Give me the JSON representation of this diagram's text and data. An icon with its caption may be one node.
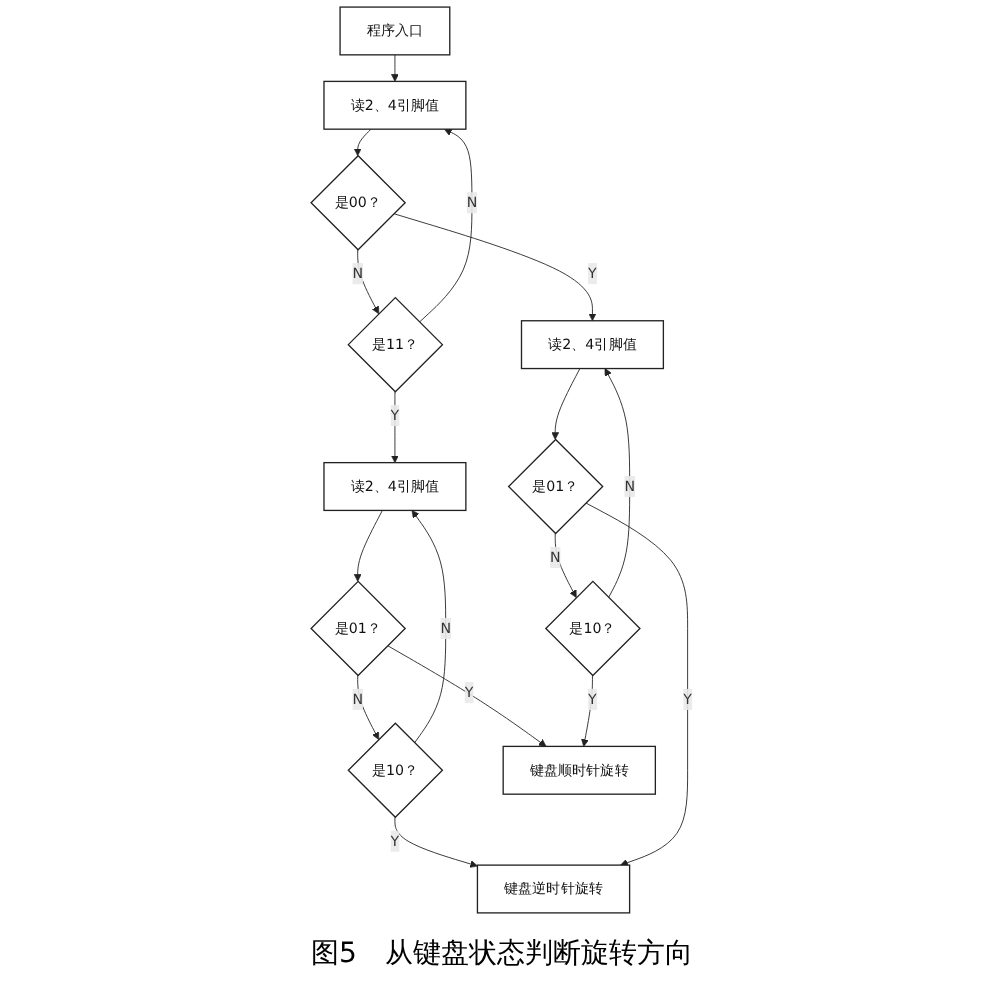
{
  "diagram": {
    "caption": "图5　从键盘状态判断旋转方向",
    "nodes": [
      {
        "text": [
          "程序入口"
        ]
      },
      {
        "text": [
          "读2、4引脚值"
        ]
      },
      {
        "text": [
          "是00？"
        ]
      },
      {
        "text": [
          "是11？"
        ]
      },
      {
        "text": [
          "读2、4引脚值"
        ]
      },
      {
        "text": [
          "是01？"
        ]
      },
      {
        "text": [
          "是10？"
        ]
      },
      {
        "text": [
          "键盘逆时针旋转"
        ]
      },
      {
        "text": [
          "读2、4引脚值"
        ]
      },
      {
        "text": [
          "是01？"
        ]
      },
      {
        "text": [
          "是10？"
        ]
      },
      {
        "text": [
          "键盘顺时针旋转"
        ]
      }
    ],
    "edges": [
      {
        "from": 0,
        "to": 1,
        "arrow": "to"
      },
      {
        "from": 1,
        "to": 2,
        "arrow": "to"
      },
      {
        "from": 2,
        "to": 3,
        "label": "N",
        "arrow": "to"
      },
      {
        "from": 2,
        "to": 8,
        "label": "Y",
        "arrow": "to"
      },
      {
        "from": 3,
        "to": 1,
        "label": "N",
        "arrow": "to"
      },
      {
        "from": 3,
        "to": 4,
        "label": "Y",
        "arrow": "to"
      },
      {
        "from": 4,
        "to": 5,
        "arrow": "to"
      },
      {
        "from": 5,
        "to": 6,
        "label": "N",
        "arrow": "to"
      },
      {
        "from": 5,
        "to": 11,
        "label": "Y",
        "arrow": "to"
      },
      {
        "from": 6,
        "to": 4,
        "label": "N",
        "arrow": "to"
      },
      {
        "from": 6,
        "to": 7,
        "label": "Y",
        "arrow": "to"
      },
      {
        "from": 8,
        "to": 9,
        "arrow": "to"
      },
      {
        "from": 9,
        "to": 10,
        "label": "N",
        "arrow": "to"
      },
      {
        "from": 9,
        "to": 7,
        "label": "Y",
        "arrow": "to"
      },
      {
        "from": 10,
        "to": 8,
        "label": "N",
        "arrow": "to"
      },
      {
        "from": 10,
        "to": 11,
        "label": "Y",
        "arrow": "to"
      }
    ]
  }
}
